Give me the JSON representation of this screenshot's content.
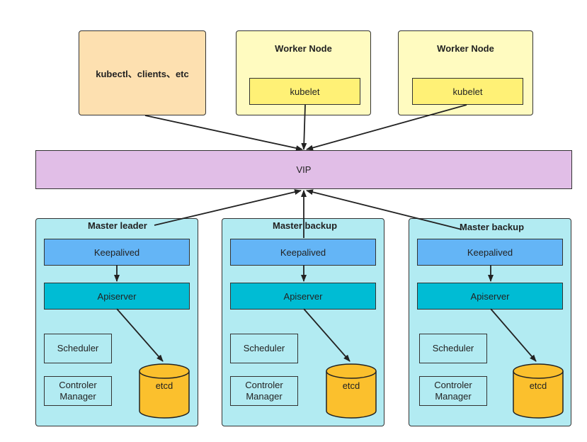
{
  "clients": {
    "label": "kubectl、clients、etc"
  },
  "workers": [
    {
      "title": "Worker Node",
      "kubelet": "kubelet"
    },
    {
      "title": "Worker Node",
      "kubelet": "kubelet"
    }
  ],
  "vip": {
    "label": "VIP"
  },
  "masters": [
    {
      "title": "Master leader",
      "keepalived": "Keepalived",
      "apiserver": "Apiserver",
      "scheduler": "Scheduler",
      "controller_line1": "Controler",
      "controller_line2": "Manager",
      "etcd": "etcd"
    },
    {
      "title": "Master backup",
      "keepalived": "Keepalived",
      "apiserver": "Apiserver",
      "scheduler": "Scheduler",
      "controller_line1": "Controler",
      "controller_line2": "Manager",
      "etcd": "etcd"
    },
    {
      "title": "Master backup",
      "keepalived": "Keepalived",
      "apiserver": "Apiserver",
      "scheduler": "Scheduler",
      "controller_line1": "Controler",
      "controller_line2": "Manager",
      "etcd": "etcd"
    }
  ],
  "colors": {
    "clients": "#fde0b0",
    "worker": "#fffbc0",
    "kubelet": "#fff176",
    "vip": "#e1bee7",
    "master": "#b2ebf2",
    "keepalived": "#64b5f6",
    "apiserver": "#00bcd4",
    "etcd": "#fbc02d"
  }
}
